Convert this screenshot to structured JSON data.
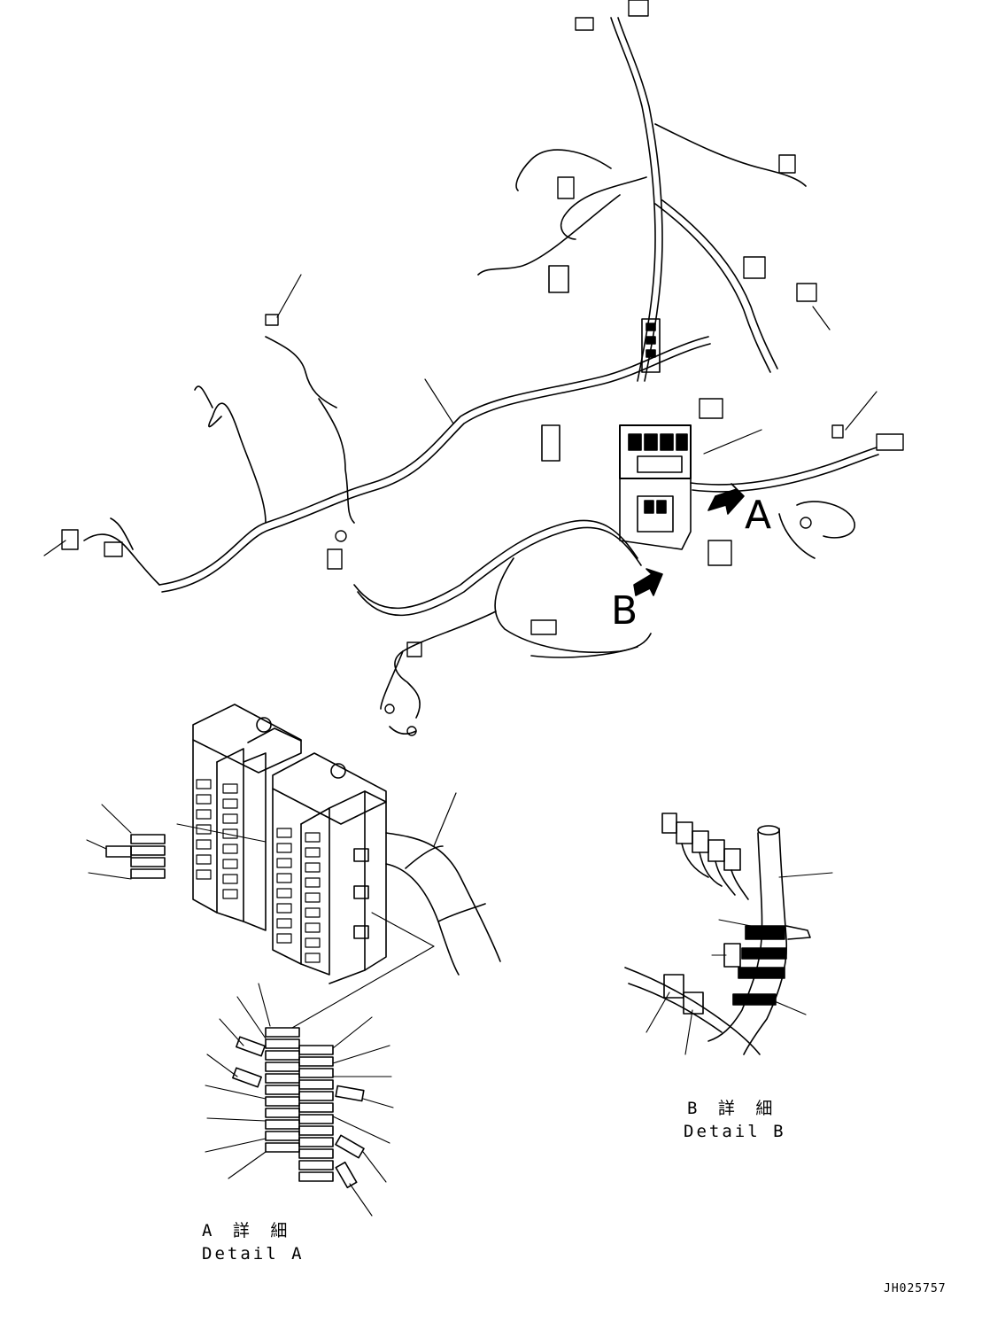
{
  "callouts": {
    "a_letter": "A",
    "b_letter": "B"
  },
  "detail_a": {
    "jp": "A 詳 細",
    "en": "Detail A"
  },
  "detail_b": {
    "jp": "B 詳 細",
    "en": "Detail B"
  },
  "drawing_code": "JH025757"
}
